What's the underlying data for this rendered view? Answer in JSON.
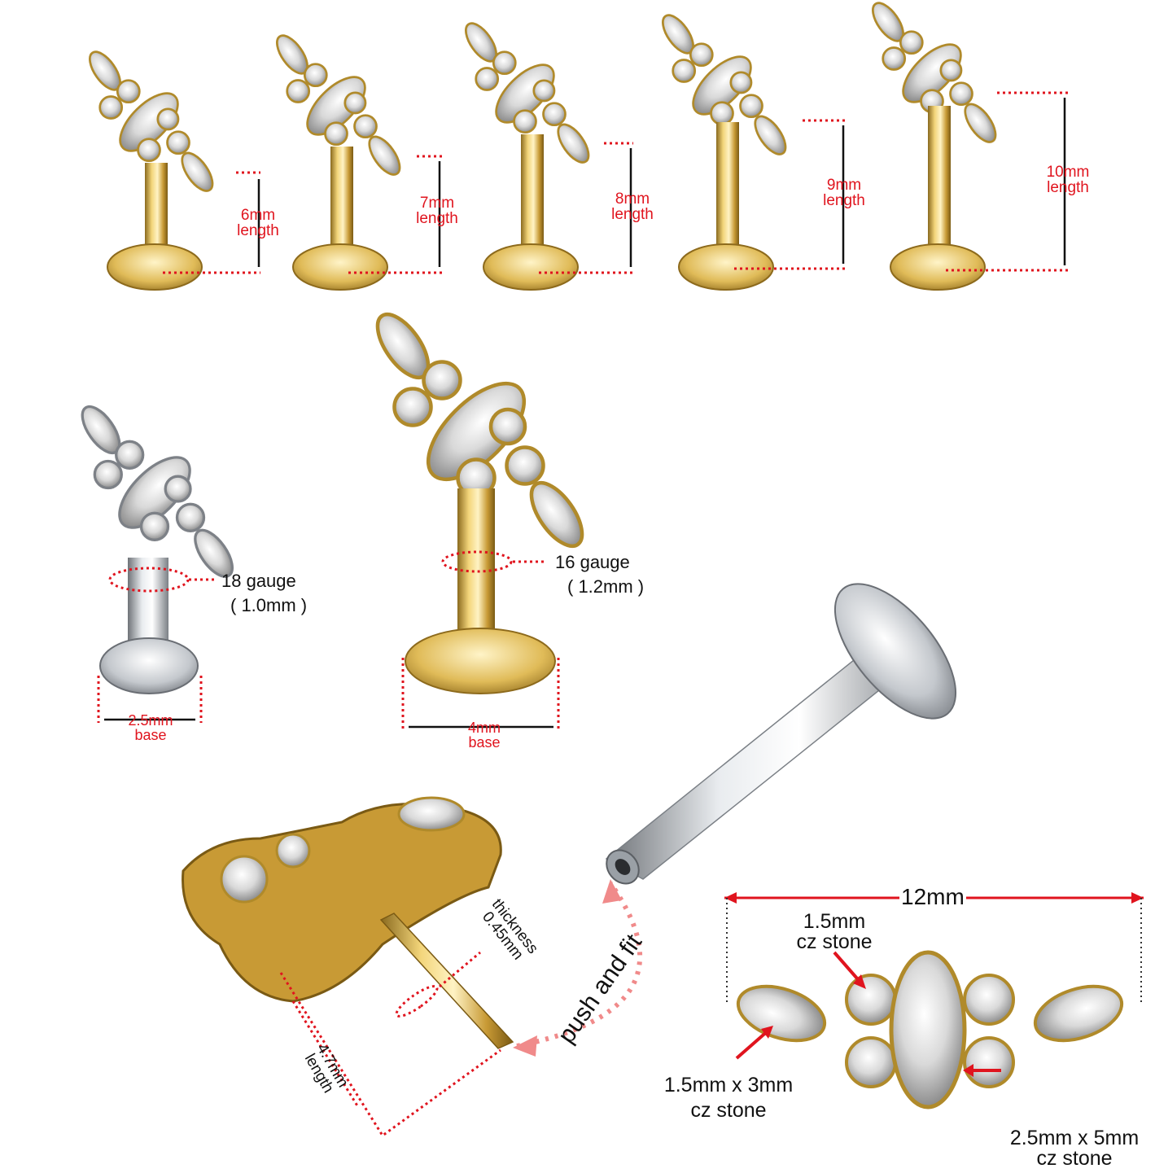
{
  "lengths": [
    {
      "value": "6mm",
      "unit": "length"
    },
    {
      "value": "7mm",
      "unit": "length"
    },
    {
      "value": "8mm",
      "unit": "length"
    },
    {
      "value": "9mm",
      "unit": "length"
    },
    {
      "value": "10mm",
      "unit": "length"
    }
  ],
  "gauges": {
    "silver": {
      "gauge": "18 gauge",
      "size": "( 1.0mm )",
      "base_value": "2.5mm",
      "base_unit": "base"
    },
    "gold": {
      "gauge": "16 gauge",
      "size": "( 1.2mm )",
      "base_value": "4mm",
      "base_unit": "base"
    }
  },
  "pin": {
    "thickness_label": "thickness",
    "thickness_value": "0.45mm",
    "length_value": "4.7mm",
    "length_unit": "length",
    "action": "push and fit"
  },
  "stones": {
    "width": "12mm",
    "small_round_size": "1.5mm",
    "small_round_type": "cz stone",
    "small_marquise_size": "1.5mm x 3mm",
    "small_marquise_type": "cz stone",
    "large_marquise_size": "2.5mm x 5mm",
    "large_marquise_type": "cz stone"
  },
  "colors": {
    "annotation_red": "#e0141e",
    "gold": "#d9b04a",
    "silver": "#c8cbcf"
  }
}
